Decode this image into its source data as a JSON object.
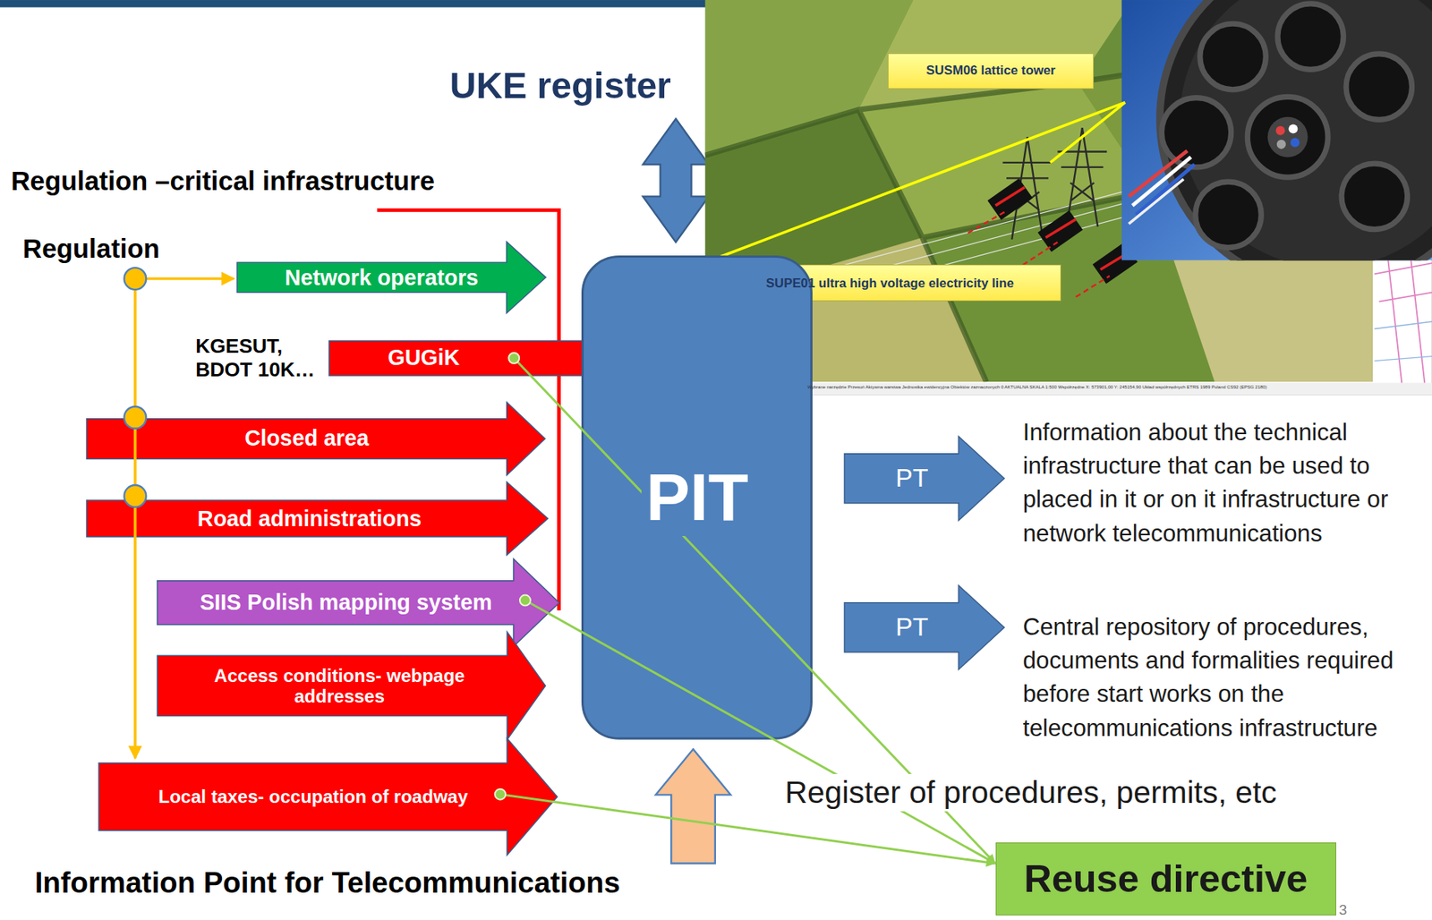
{
  "diagram": {
    "nodes": [
      {
        "text": [
          "SUSM06 lattice tower"
        ]
      },
      {
        "text": [
          "Network operators"
        ]
      },
      {
        "text": [
          "SUPE01 ultra high voltage electricity line"
        ]
      },
      {
        "text": [
          "GUGiK"
        ]
      },
      {
        "text": [
          "Closed area"
        ]
      },
      {
        "text": [
          "Road administrations"
        ]
      },
      {
        "text": [
          "SIIS Polish mapping system"
        ]
      },
      {
        "text": [
          "Access conditions- webpage addresses"
        ]
      },
      {
        "text": [
          "Local taxes- occupation of roadway"
        ]
      },
      {
        "text": [
          "PIT"
        ]
      },
      {
        "text": [
          "PT"
        ]
      },
      {
        "text": [
          "PT"
        ]
      },
      {
        "text": [
          "Reuse directive"
        ]
      }
    ],
    "edges": [
      {
        "from": 3,
        "to": 12,
        "arrow": "to"
      },
      {
        "from": 6,
        "to": 12,
        "arrow": "to"
      },
      {
        "from": 8,
        "to": 12,
        "arrow": "to"
      }
    ],
    "labels": [
      "UKE register",
      "Regulation –critical infrastructure",
      "Regulation",
      "KGESUT, BDOT 10K…",
      "Information about the technical infrastructure that can be used to placed in it or on it infrastructure or network telecommunications",
      "Central repository of procedures, documents and formalities required before start works on the telecommunications infrastructure",
      "Register of procedures, permits, etc",
      "Information Point for Telecommunications",
      "3",
      "Wybrane narzędzie Przesuń Aktywna warstwa Jednostka ewidencyjna Obiektów zaznaczonych 0 AKTUALNA SKALA 1:500 Współrzędne X: 573901,00 Y: 245154,90 Układ współrzędnych ETRS 1989 Poland CS92 (EPSG 2180)"
    ]
  }
}
